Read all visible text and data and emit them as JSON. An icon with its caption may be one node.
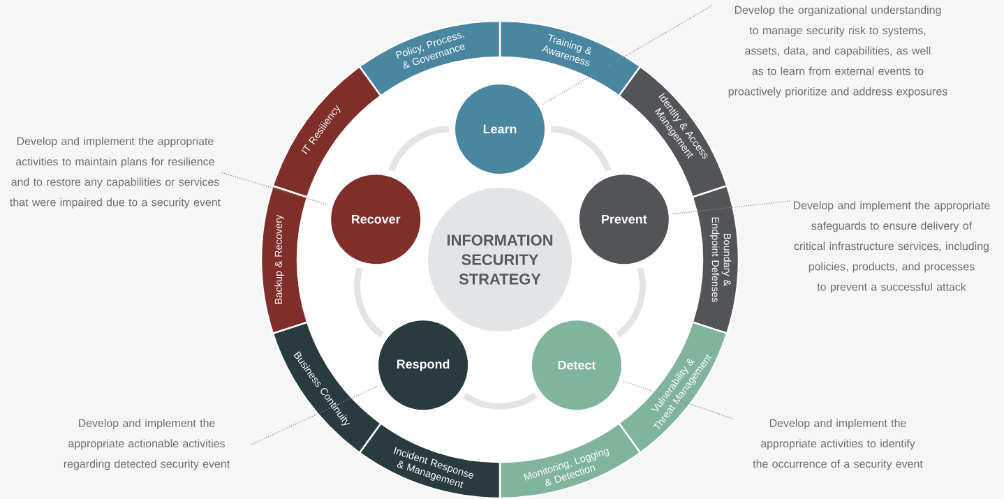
{
  "diagram": {
    "nodes": [
      {
        "text": [
          "INFORMATION SECURITY STRATEGY"
        ]
      },
      {
        "text": [
          "Learn"
        ]
      },
      {
        "text": [
          "Prevent"
        ]
      },
      {
        "text": [
          "Detect"
        ]
      },
      {
        "text": [
          "Respond"
        ]
      },
      {
        "text": [
          "Recover"
        ]
      },
      {
        "text": [
          "Training & Awareness"
        ]
      },
      {
        "text": [
          "Identity & Access Management"
        ]
      },
      {
        "text": [
          "Boundary & Endpoint Defenses"
        ]
      },
      {
        "text": [
          "Vulnerability & Threat Management"
        ]
      },
      {
        "text": [
          "Monitoring, Logging & Detection"
        ]
      },
      {
        "text": [
          "Incident Response & Management"
        ]
      },
      {
        "text": [
          "Business Continuity"
        ]
      },
      {
        "text": [
          "Backup & Recovery"
        ]
      },
      {
        "text": [
          "IT Resiliency"
        ]
      },
      {
        "text": [
          "Policy, Process, & Governance"
        ]
      },
      {
        "text": [
          "Develop the organizational understanding to manage security risk to systems, assets, data, and capabilities, as well as to learn from external events to proactively prioritize and address exposures"
        ]
      },
      {
        "text": [
          "Develop and implement the appropriate activities to maintain plans for resilience and to restore any capabilities or services that were impaired due to a security event"
        ]
      },
      {
        "text": [
          "Develop and implement the appropriate safeguards to ensure delivery of critical infrastructure services, including policies, products, and processes to prevent a successful attack"
        ]
      },
      {
        "text": [
          "Develop and implement the appropriate actionable activities regarding detected security event"
        ]
      },
      {
        "text": [
          "Develop and implement the appropriate activities to identify the occurrence of a security event"
        ]
      }
    ],
    "edges": [
      {
        "from": 1,
        "to": 2,
        "arrow": "none",
        "style": "thick",
        "color": "#e3e4e5"
      },
      {
        "from": 2,
        "to": 3,
        "arrow": "none",
        "style": "thick",
        "color": "#e3e4e5"
      },
      {
        "from": 3,
        "to": 4,
        "arrow": "none",
        "style": "thick",
        "color": "#e3e4e5"
      },
      {
        "from": 4,
        "to": 5,
        "arrow": "none",
        "style": "thick",
        "color": "#e3e4e5"
      },
      {
        "from": 5,
        "to": 1,
        "arrow": "none",
        "style": "thick",
        "color": "#e3e4e5"
      },
      {
        "from": 16,
        "to": 1,
        "arrow": "none",
        "style": "dashed",
        "color": "#8a8b8d"
      },
      {
        "from": 17,
        "to": 5,
        "arrow": "none",
        "style": "dashed",
        "color": "#8a8b8d"
      },
      {
        "from": 18,
        "to": 2,
        "arrow": "none",
        "style": "dashed",
        "color": "#8a8b8d"
      },
      {
        "from": 19,
        "to": 4,
        "arrow": "none",
        "style": "dashed",
        "color": "#8a8b8d"
      },
      {
        "from": 20,
        "to": 3,
        "arrow": "none",
        "style": "dashed",
        "color": "#8a8b8d"
      }
    ]
  }
}
